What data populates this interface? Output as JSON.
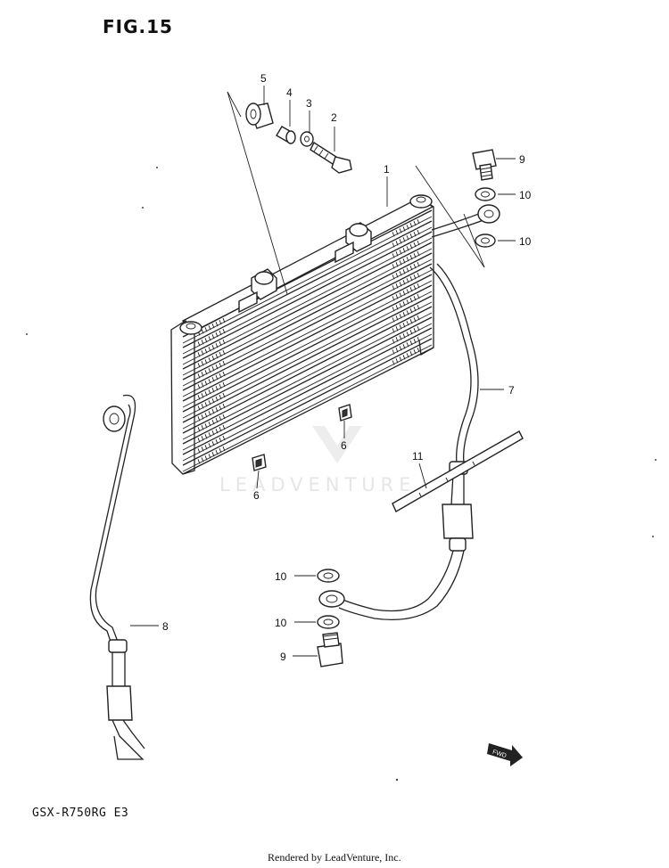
{
  "figure_title": "FIG.15",
  "model_code": "GSX-R750RG E3",
  "footer": "Rendered by LeadVenture, Inc.",
  "watermark": "LEADVENTURE",
  "callouts": [
    "1",
    "2",
    "3",
    "4",
    "5",
    "6",
    "6",
    "7",
    "8",
    "9",
    "9",
    "10",
    "10",
    "10",
    "10",
    "11"
  ],
  "icons": {
    "fwd_arrow": "fwd-arrow-icon",
    "watermark_logo": "leadventure-logo-icon"
  },
  "colors": {
    "line": "#222222",
    "background": "#ffffff",
    "watermark": "#e6e6e6"
  }
}
